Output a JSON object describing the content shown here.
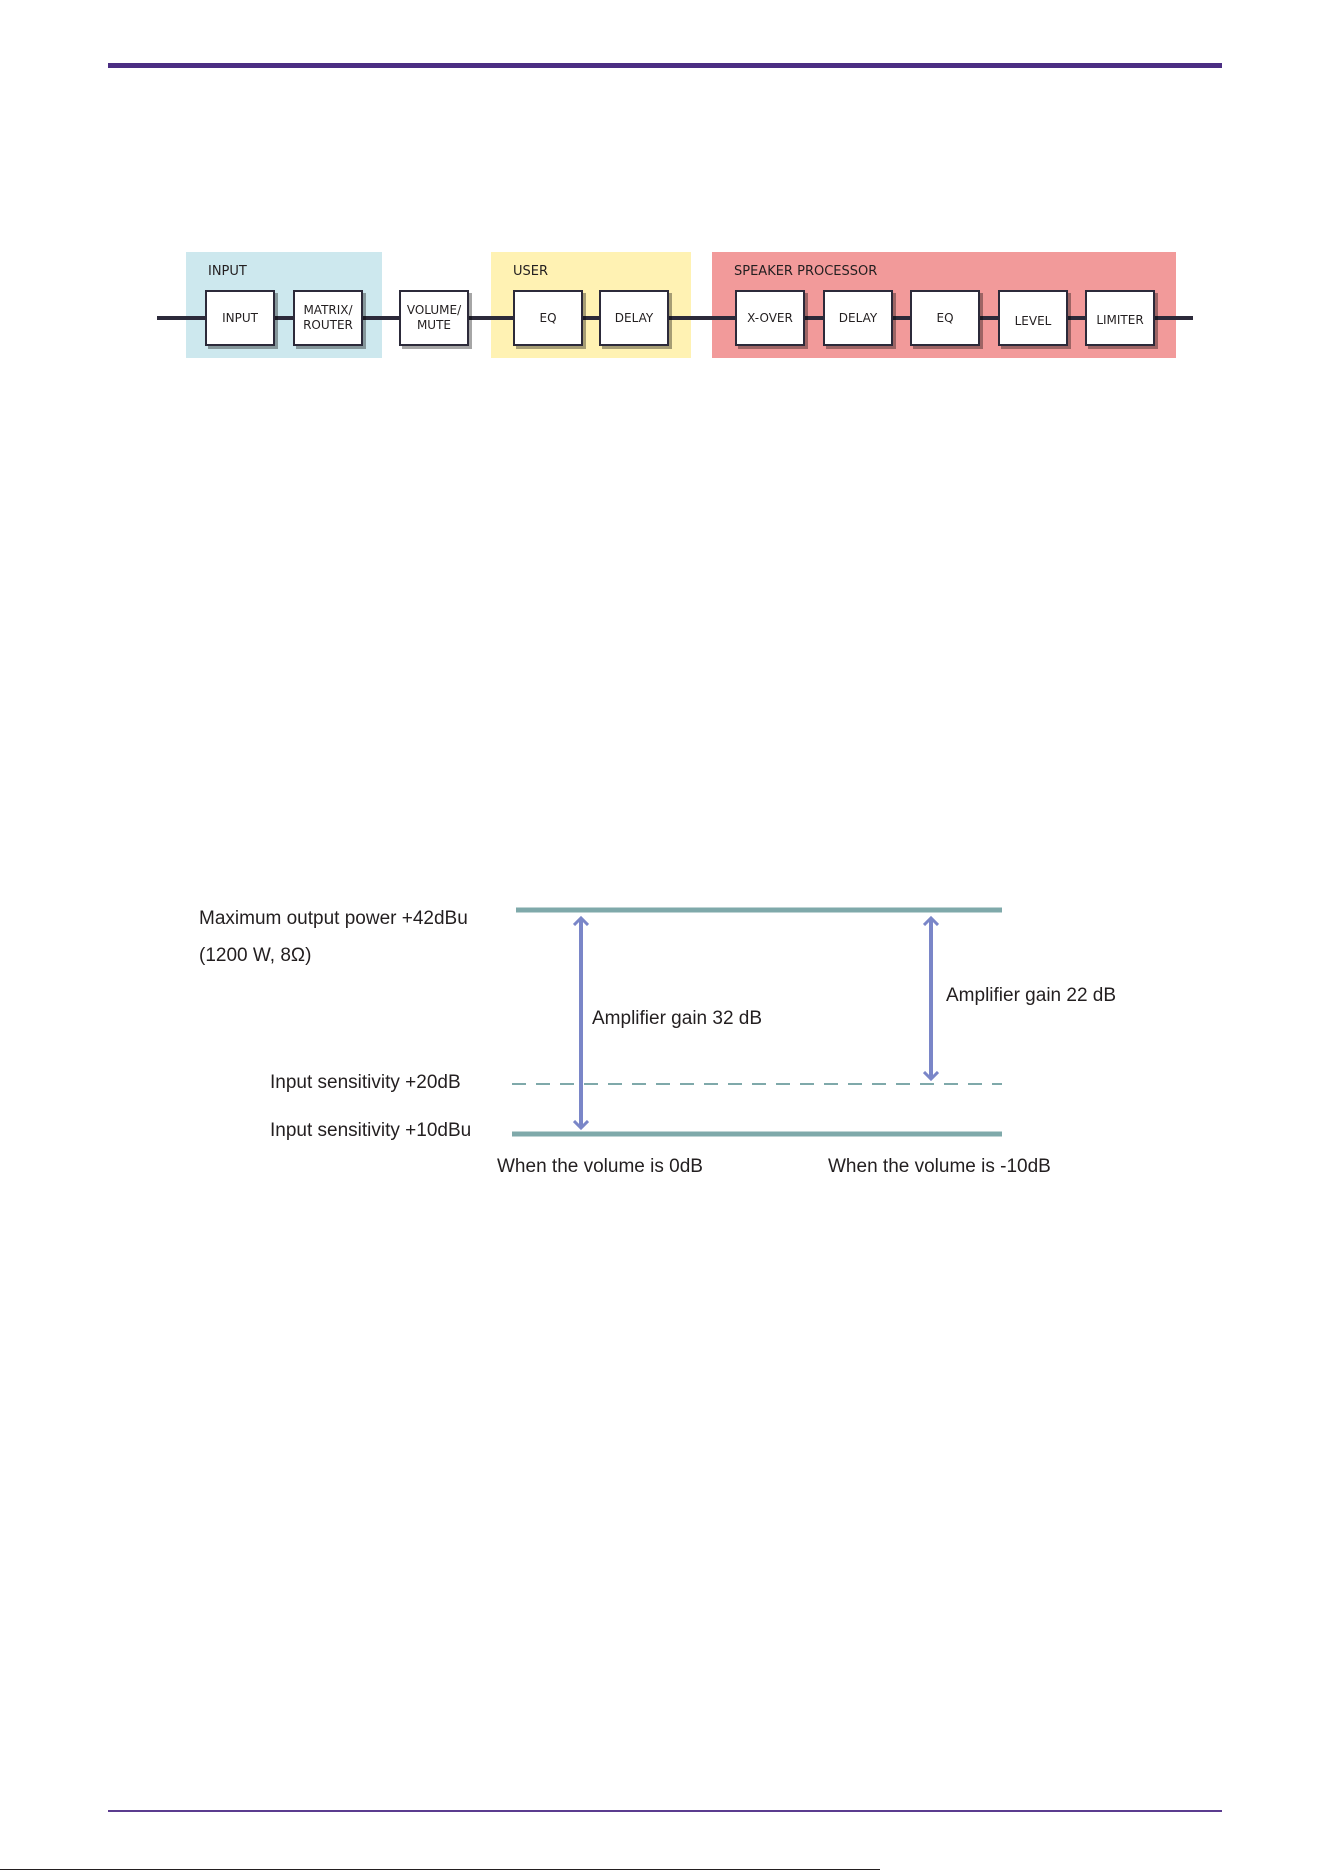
{
  "colors": {
    "rule": "#4b2e83",
    "zone_input": "#cde8ee",
    "zone_user": "#fff2b3",
    "zone_speaker": "#f29a9a",
    "level_line": "#7fa9aa",
    "arrow": "#7a86c8"
  },
  "block_diagram": {
    "zones": {
      "input": {
        "title": "INPUT"
      },
      "user": {
        "title": "USER"
      },
      "speaker": {
        "title": "SPEAKER PROCESSOR"
      }
    },
    "blocks": {
      "input": "INPUT",
      "matrix_router": "MATRIX/\nROUTER",
      "volume_mute": "VOLUME/\nMUTE",
      "user_eq": "EQ",
      "user_delay": "DELAY",
      "xover": "X-OVER",
      "sp_delay": "DELAY",
      "sp_eq": "EQ",
      "level": "LEVEL",
      "limiter": "LIMITER"
    }
  },
  "gain_diagram": {
    "max_output_line1": "Maximum output power +42dBu",
    "max_output_line2": "(1200 W, 8Ω)",
    "input_sens_20": "Input sensitivity +20dB",
    "input_sens_10": "Input sensitivity +10dBu",
    "gain_left": "Amplifier gain 32 dB",
    "gain_right": "Amplifier gain 22 dB",
    "caption_left": "When the volume is 0dB",
    "caption_right": "When the volume is -10dB"
  }
}
